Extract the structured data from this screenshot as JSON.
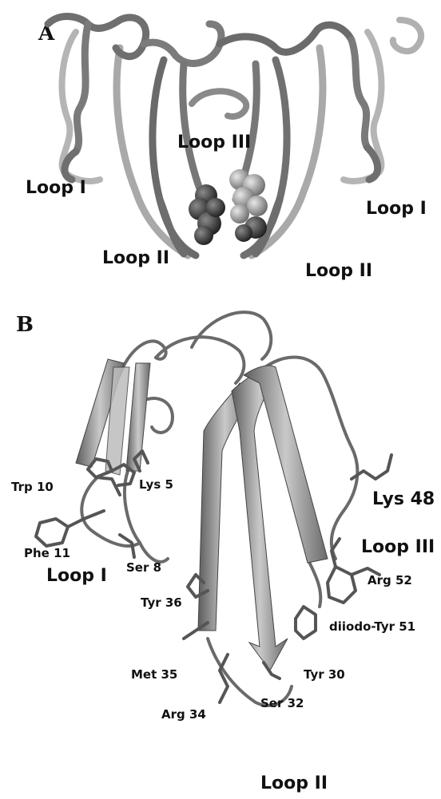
{
  "panel_a": {
    "label": "A",
    "loops": {
      "loop_i_left": "Loop I",
      "loop_i_right": "Loop I",
      "loop_ii_left": "Loop II",
      "loop_ii_right": "Loop II",
      "loop_iii": "Loop III"
    }
  },
  "panel_b": {
    "label": "B",
    "loops": {
      "loop_i": "Loop I",
      "loop_ii": "Loop II",
      "loop_iii": "Loop III"
    },
    "residues": {
      "trp10": "Trp 10",
      "lys5": "Lys 5",
      "phe11": "Phe 11",
      "ser8": "Ser 8",
      "lys48": "Lys 48",
      "arg52": "Arg 52",
      "tyr36": "Tyr 36",
      "diiodo_tyr51": "diiodo-Tyr 51",
      "met35": "Met 35",
      "tyr30": "Tyr 30",
      "ser32": "Ser 32",
      "arg34": "Arg 34"
    }
  },
  "colors": {
    "tube_dark": "#5a5a5a",
    "tube_light": "#b8b8b8",
    "strand": "#8a8a8a",
    "sphere_dark": "#3a3a3a",
    "sphere_light": "#a0a0a0"
  }
}
